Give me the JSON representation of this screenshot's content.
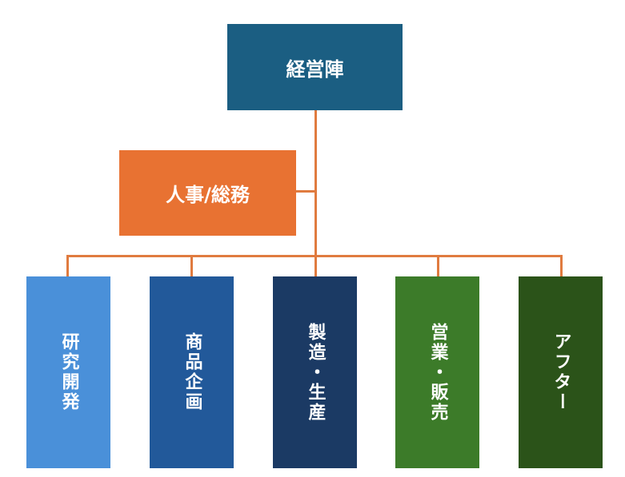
{
  "colors": {
    "connector": "#e07b3f",
    "top": "#1b5e82",
    "side": "#e87232",
    "dept1": "#4a90d9",
    "dept2": "#22599a",
    "dept3": "#1b3a64",
    "dept4": "#3c7b29",
    "dept5": "#2b5319"
  },
  "top": {
    "label": "経営陣"
  },
  "side": {
    "label": "人事/総務"
  },
  "departments": [
    {
      "label": "研究開発"
    },
    {
      "label": "商品企画"
    },
    {
      "label": "製造・生産"
    },
    {
      "label": "営業・販売"
    },
    {
      "label": "アフター"
    }
  ]
}
